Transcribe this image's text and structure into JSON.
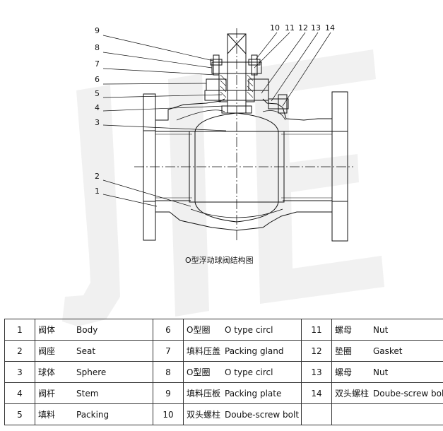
{
  "diagram": {
    "caption": "O型浮动球阀结构图",
    "callouts_left": [
      "9",
      "8",
      "7",
      "6",
      "5",
      "4",
      "3",
      "2",
      "1"
    ],
    "callouts_top": [
      "10",
      "11",
      "12",
      "13",
      "14"
    ]
  },
  "parts_table": {
    "columns": [
      [
        {
          "no": "1",
          "zh": "阀体",
          "en": "Body"
        },
        {
          "no": "2",
          "zh": "阀座",
          "en": "Seat"
        },
        {
          "no": "3",
          "zh": "球体",
          "en": "Sphere"
        },
        {
          "no": "4",
          "zh": "阀杆",
          "en": "Stem"
        },
        {
          "no": "5",
          "zh": "填料",
          "en": "Packing"
        }
      ],
      [
        {
          "no": "6",
          "zh": "O型圈",
          "en": "O type circl"
        },
        {
          "no": "7",
          "zh": "填料压盖",
          "en": "Packing gland"
        },
        {
          "no": "8",
          "zh": "O型圈",
          "en": "O type circl"
        },
        {
          "no": "9",
          "zh": "填料压板",
          "en": "Packing plate"
        },
        {
          "no": "10",
          "zh": "双头螺柱",
          "en": "Doube-screw bolt"
        }
      ],
      [
        {
          "no": "11",
          "zh": "螺母",
          "en": "Nut"
        },
        {
          "no": "12",
          "zh": "垫圈",
          "en": "Gasket"
        },
        {
          "no": "13",
          "zh": "螺母",
          "en": "Nut"
        },
        {
          "no": "14",
          "zh": "双头螺柱",
          "en": "Doube-screw bolt"
        },
        {
          "no": "",
          "zh": "",
          "en": ""
        }
      ]
    ]
  },
  "watermark": {
    "text": "JIE"
  }
}
